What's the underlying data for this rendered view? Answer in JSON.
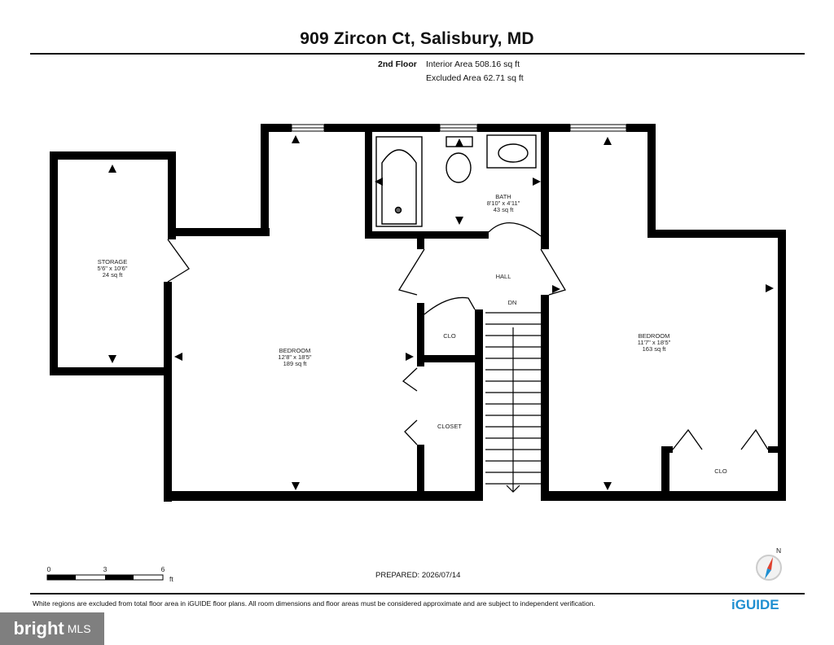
{
  "header": {
    "address": "909 Zircon Ct, Salisbury, MD",
    "floor": "2nd Floor",
    "interior_area": "Interior Area 508.16 sq ft",
    "excluded_area": "Excluded Area 62.71 sq ft"
  },
  "rooms": {
    "storage": {
      "name": "STORAGE",
      "dims": "5'6\" x 10'6\"",
      "area": "24 sq ft"
    },
    "bedroom_left": {
      "name": "BEDROOM",
      "dims": "12'8\" x 18'5\"",
      "area": "189 sq ft"
    },
    "bath": {
      "name": "BATH",
      "dims": "8'10\" x 4'11\"",
      "area": "43 sq ft"
    },
    "hall": {
      "name": "HALL"
    },
    "dn": {
      "name": "DN"
    },
    "clo_small": {
      "name": "CLO"
    },
    "closet": {
      "name": "CLOSET"
    },
    "bedroom_right": {
      "name": "BEDROOM",
      "dims": "11'7\" x 18'5\"",
      "area": "163 sq ft"
    },
    "clo_right": {
      "name": "CLO"
    }
  },
  "scale_bar": {
    "tick_0": "0",
    "tick_3": "3",
    "tick_6": "6",
    "unit": "ft"
  },
  "compass_label": "N",
  "prepared": "PREPARED: 2026/07/14",
  "footer_note": "White regions are excluded from total floor area in iGUIDE floor plans. All room dimensions and floor areas must be considered approximate and are subject to independent verification.",
  "brand": "iGUIDE",
  "mls_brand": "bright",
  "mls_sub": "MLS",
  "colors": {
    "wall": "#000000",
    "brand": "#1f8fd1",
    "compass_red": "#e0412f"
  }
}
